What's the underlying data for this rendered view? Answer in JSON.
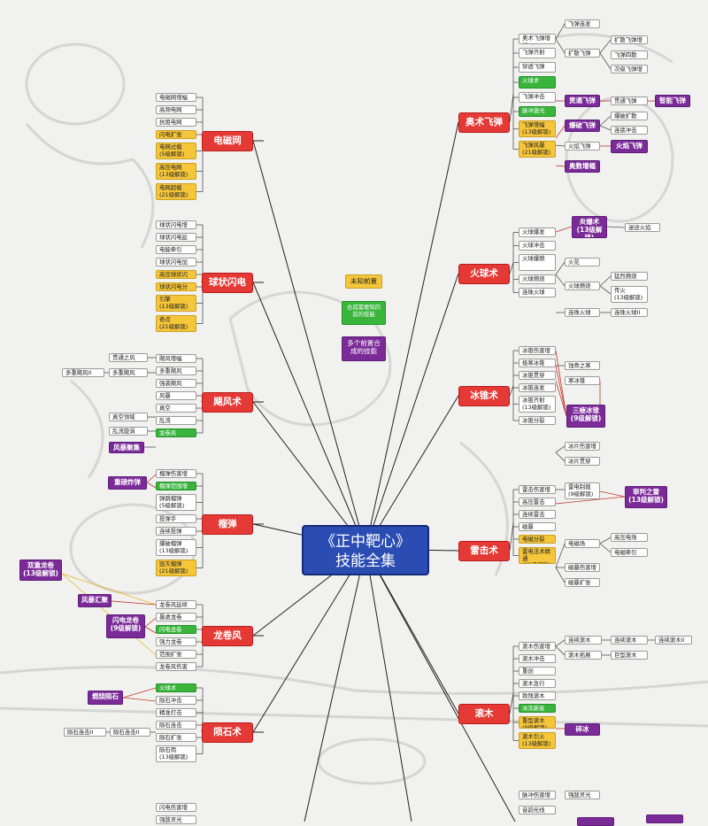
{
  "title": "《正中靶心》\n技能全集",
  "legend": [
    {
      "text": "未知前置",
      "kind": "y"
    },
    {
      "text": "合成需要知的前的技能",
      "kind": "g"
    },
    {
      "text": "多个前置合成的技能",
      "kind": "p"
    }
  ],
  "branches": [
    {
      "id": "dianci",
      "name": "电磁网",
      "items": [
        "电磁网增幅",
        "高频电网",
        "抗阻电网",
        "闪电扩张",
        "电网过载\n(5级解锁)",
        "高压电网\n(13级解锁)",
        "电网超载\n(21级解锁)"
      ]
    },
    {
      "id": "qiuzhuang",
      "name": "球状闪电",
      "items": [
        "球状闪电增幅",
        "球状闪电延续",
        "电能牵引",
        "球状闪电加速",
        "高压球状闪电",
        "球状闪电分裂",
        "引擎\n(13级解锁)",
        "奇点\n(21级解锁)"
      ]
    },
    {
      "id": "jufeng",
      "name": "飓风术",
      "items": [
        "飓风增幅",
        "多重飓风",
        "强袭飓风",
        "风暴",
        "真空",
        "乱流",
        "龙卷风"
      ],
      "sub": [
        "贯通之风",
        "多重飓风",
        "真空领域",
        "乱流旋涡",
        "风暴聚集"
      ],
      "sub2": [
        "多重飓风II"
      ]
    },
    {
      "id": "liudan",
      "name": "榴弹",
      "items": [
        "榴弹伤害增幅",
        "榴弹范围增幅",
        "弹跳榴弹\n(5级解锁)",
        "投弹手",
        "连续投弹",
        "爆破榴弹\n(13级解锁)",
        "毁灭榴弹\n(21级解锁)"
      ],
      "combo": "重磅炸弹"
    },
    {
      "id": "longjuan",
      "name": "龙卷风",
      "items": [
        "龙卷风延续",
        "暴虐龙卷",
        "闪电龙卷",
        "强力龙卷",
        "范围扩张",
        "龙卷风伤害增幅"
      ],
      "combos": [
        "双重龙卷\n(13级解锁)",
        "风暴汇聚",
        "闪电龙卷\n(9级解锁)"
      ]
    },
    {
      "id": "yunshi",
      "name": "陨石术",
      "items": [
        "火球术",
        "陨石冲击",
        "精准打击",
        "陨石连击",
        "陨石扩张",
        "陨石雨\n(13级解锁)"
      ],
      "sub": [
        "陨石连击II",
        "陨石连击II"
      ],
      "combo": "燃烧陨石"
    },
    {
      "id": "aoshu",
      "name": "奥术飞弹",
      "items": [
        "奥术飞弹增幅",
        "飞弹齐射",
        "穿透飞弹",
        "火球术",
        "飞弹冲击",
        "脉冲激光",
        "飞弹增幅\n(13级解锁)",
        "飞弹风暴\n(21级解锁)"
      ],
      "sub": [
        "飞弹连发",
        "扩散飞弹",
        "扩散飞弹增幅",
        "飞弹四散",
        "次级飞弹增幅",
        "贯通飞弹",
        "爆破扩散",
        "连锁冲击",
        "火焰飞弹"
      ],
      "combos": [
        "贯通飞弹",
        "爆破飞弹",
        "火焰飞弹",
        "奥数增幅α",
        "智能飞弹"
      ]
    },
    {
      "id": "huoqiu",
      "name": "火球术",
      "items": [
        "火球爆发",
        "火球冲击",
        "火球爆燃",
        "火球燃烧",
        "连珠火球"
      ],
      "sub": [
        "火花",
        "猛烈燃烧",
        "传火\n(13级解锁)",
        "连珠火球II",
        "炎爆术\n(13级解锁)",
        "迷途火焰"
      ]
    },
    {
      "id": "bingzhui",
      "name": "冰锥术",
      "items": [
        "冰锥伤害增幅",
        "极寒冰锥",
        "冰锥贯穿",
        "冰锥连发",
        "冰锥齐射\n(13级解锁)",
        "冰锥分裂"
      ],
      "sub": [
        "蚀骨之寒",
        "寒冰锥",
        "冰片伤害增幅",
        "冰片贯穿"
      ],
      "combo": "三棱冰锥\n(9级解锁)"
    },
    {
      "id": "leiji",
      "name": "雷击术",
      "items": [
        "雷击伤害增幅",
        "高压雷击",
        "连续雷击",
        "磁暴",
        "电磁分裂",
        "雷电法术精通\n(21级解锁)"
      ],
      "sub": [
        "雷电制裁\n(9级解锁)",
        "电磁场",
        "磁暴伤害增幅",
        "磁暴扩张",
        "高压电场",
        "电磁牵引"
      ],
      "combo": "审判之雷\n(13级解锁)"
    },
    {
      "id": "gunmu",
      "name": "滚木",
      "items": [
        "滚木伤害增幅",
        "滚木冲击",
        "重创",
        "滚木急行",
        "致残滚木",
        "冰冻新星",
        "重型滚木\n(9级解锁)",
        "滚木引火\n(13级解锁)"
      ],
      "sub": [
        "连续滚木",
        "滚木拓展",
        "连续滚木",
        "巨型滚木",
        "连续滚木II"
      ],
      "combo": "碎冰"
    }
  ],
  "bottom": [
    "脉冲伤害增幅",
    "强敌灵光",
    "音韵光线",
    "闪电伤害增幅"
  ]
}
